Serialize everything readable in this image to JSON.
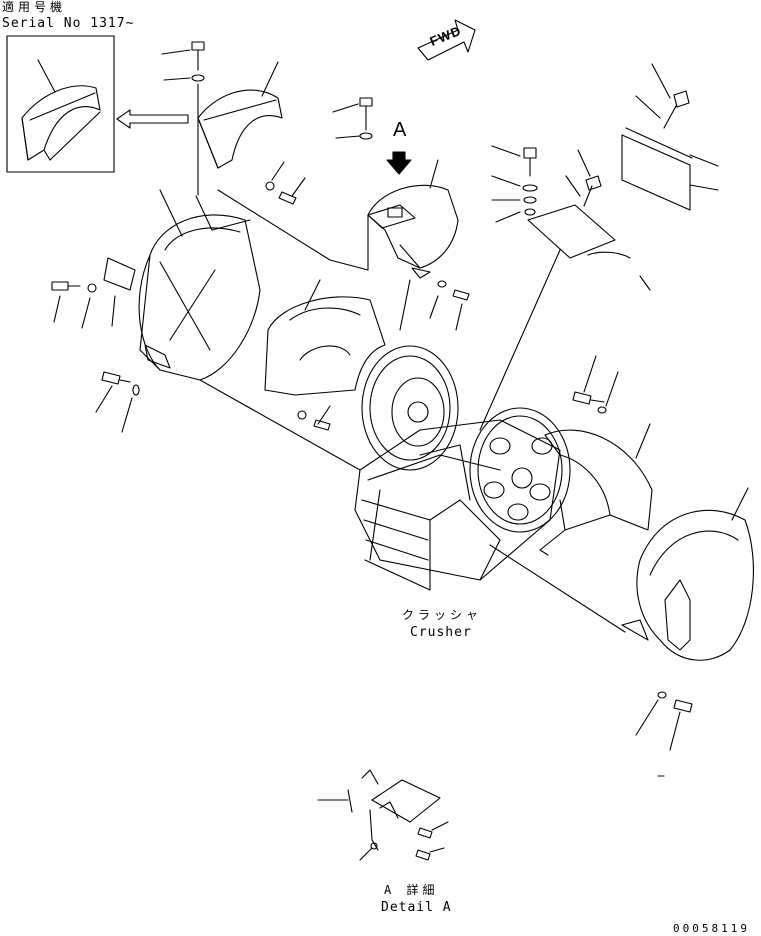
{
  "labels": {
    "serial_jp": "適用号機",
    "serial_no": "Serial No 1317~",
    "crusher_jp": "クラッシャ",
    "crusher_en": "Crusher",
    "detail_jp": "A 詳細",
    "detail_en": "Detail A",
    "view_a": "A",
    "fwd": "FWD",
    "part_no": "00058119"
  },
  "colors": {
    "line": "#000000",
    "background": "#ffffff"
  }
}
